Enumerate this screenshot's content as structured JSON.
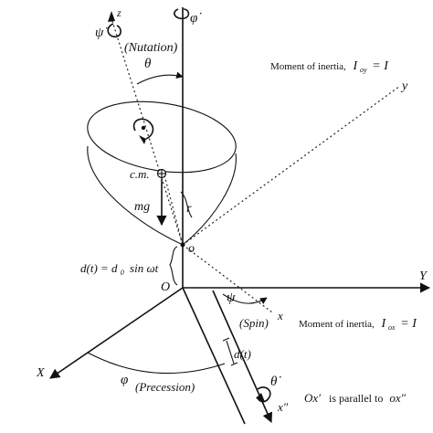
{
  "labels": {
    "z_axis": "z",
    "phi_dot": "φ̇",
    "psi_dot": "ψ̇",
    "nutation": "(Nutation)",
    "theta": "θ",
    "moi_oy": "Moment of inertia,",
    "moi_oy_sym": "I",
    "moi_oy_sub": "oy",
    "moi_oy_eq": "= I",
    "y_axis": "y",
    "cm": "c.m.",
    "mg": "mg",
    "r": "r",
    "o_small": "o",
    "o_big": "O",
    "d_eq": "d(t) = d",
    "d_sub": "0",
    "d_rest": "sin ωt",
    "Y_axis": "Y",
    "psi": "ψ",
    "x_axis": "x",
    "spin": "(Spin)",
    "moi_ox": "Moment of inertia,",
    "moi_ox_sym": "I",
    "moi_ox_sub": "ox",
    "moi_ox_eq": "= I",
    "d_t": "d(t)",
    "X_axis": "X",
    "phi": "φ",
    "precession": "(Precession)",
    "theta_dot": "θ̇",
    "x_dbl": "x″",
    "parallel_a": "Ox′",
    "parallel_b": "is parallel to",
    "parallel_c": "ox″"
  }
}
